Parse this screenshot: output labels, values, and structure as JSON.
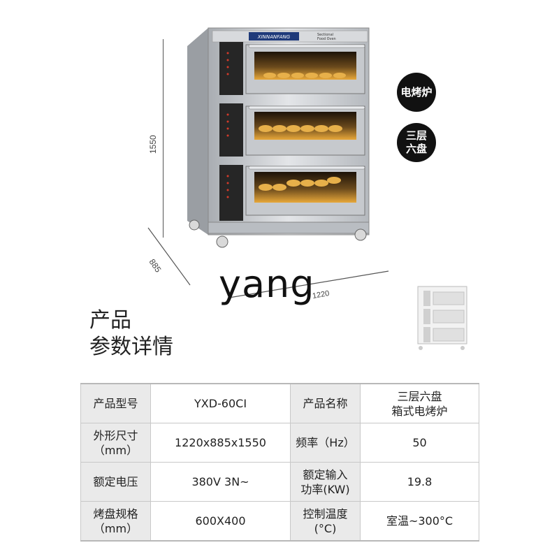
{
  "dimensions": {
    "height": "1550",
    "depth": "885",
    "width": "1220"
  },
  "oven_label": {
    "brand_en": "XINNANFANG",
    "subtitle": "Sectional Food Oven"
  },
  "badges": [
    "电烤炉",
    "三层\n六盘"
  ],
  "brand_text": "yang",
  "section_title": [
    "产品",
    "参数详情"
  ],
  "specs": [
    {
      "l1": "产品型号",
      "v1": "YXD-60CI",
      "l2": "产品名称",
      "v2": "三层六盘\n箱式电烤炉"
    },
    {
      "l1": "外形尺寸\n（mm）",
      "v1": "1220x885x1550",
      "l2": "频率（Hz）",
      "v2": "50"
    },
    {
      "l1": "额定电压",
      "v1": "380V 3N~",
      "l2": "额定输入\n功率(KW)",
      "v2": "19.8"
    },
    {
      "l1": "烤盘规格\n（mm）",
      "v1": "600X400",
      "l2": "控制温度\n(°C)",
      "v2": "室温~300°C"
    }
  ],
  "colors": {
    "steel": "#c9ccd0",
    "panel": "#2a2a2a",
    "glass": "#3a2a14",
    "bread": "#e2a33c"
  }
}
